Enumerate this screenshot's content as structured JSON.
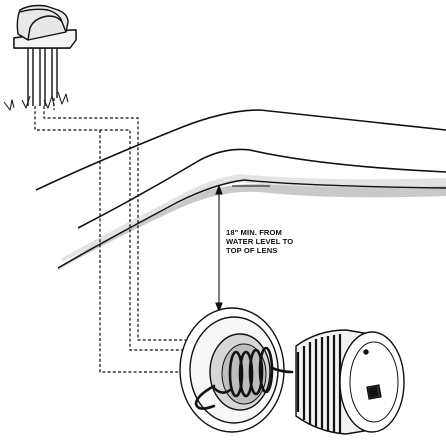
{
  "annotation": {
    "lines": [
      "18\" MIN. FROM",
      "WATER LEVEL TO",
      "TOP OF LENS"
    ]
  },
  "colors": {
    "ink": "#111111",
    "shade": "#c9c9c9",
    "light_shade": "#e3e3e3"
  },
  "icons": [
    "junction-box-icon",
    "pool-wall-icon",
    "light-niche-icon",
    "coiled-cord-icon",
    "light-fixture-icon"
  ]
}
